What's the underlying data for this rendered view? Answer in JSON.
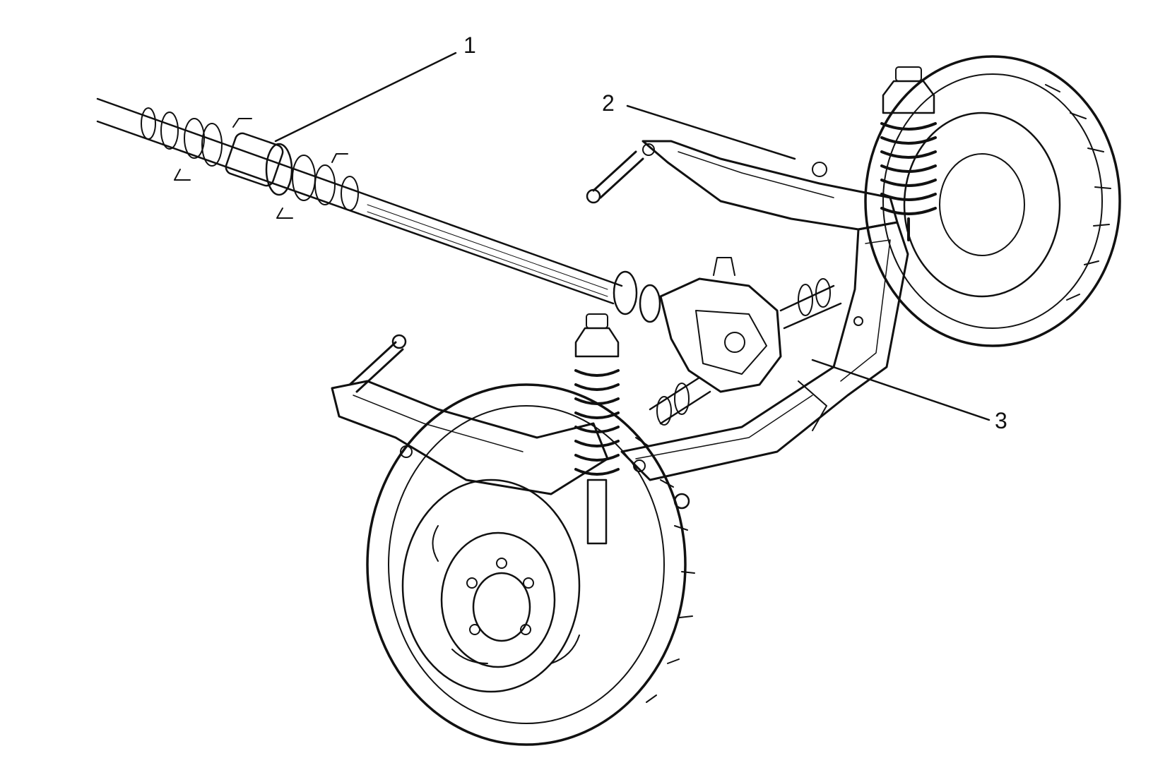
{
  "figure": {
    "ink_color": "#111111",
    "background": "#ffffff",
    "callouts": [
      {
        "id": "1",
        "label": "1",
        "points_to": "drive-shaft"
      },
      {
        "id": "2",
        "label": "2",
        "points_to": "suspension-arm"
      },
      {
        "id": "3",
        "label": "3",
        "points_to": "rear-subframe"
      }
    ]
  }
}
